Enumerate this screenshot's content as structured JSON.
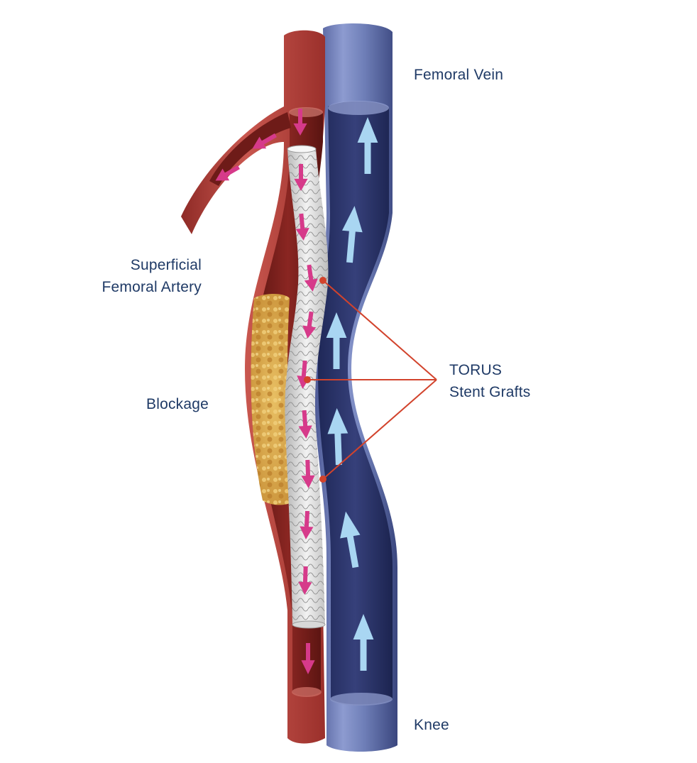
{
  "labels": {
    "femoral_vein": "Femoral Vein",
    "artery_line1": "Superficial",
    "artery_line2": "Femoral  Artery",
    "blockage": "Blockage",
    "stent_line1": "TORUS",
    "stent_line2": "Stent Grafts",
    "knee": "Knee"
  },
  "colors": {
    "label_text": "#1f3a66",
    "callout_line": "#d2432c",
    "artery": "#b8453f",
    "artery_dark": "#7a1f1c",
    "vein": "#6f7fb8",
    "vein_dark": "#2c3568",
    "plaque": "#d9a64a",
    "stent": "#e4e4e4",
    "arterial_flow_arrow": "#d63a8a",
    "venous_flow_arrow": "#a9d6f2"
  }
}
